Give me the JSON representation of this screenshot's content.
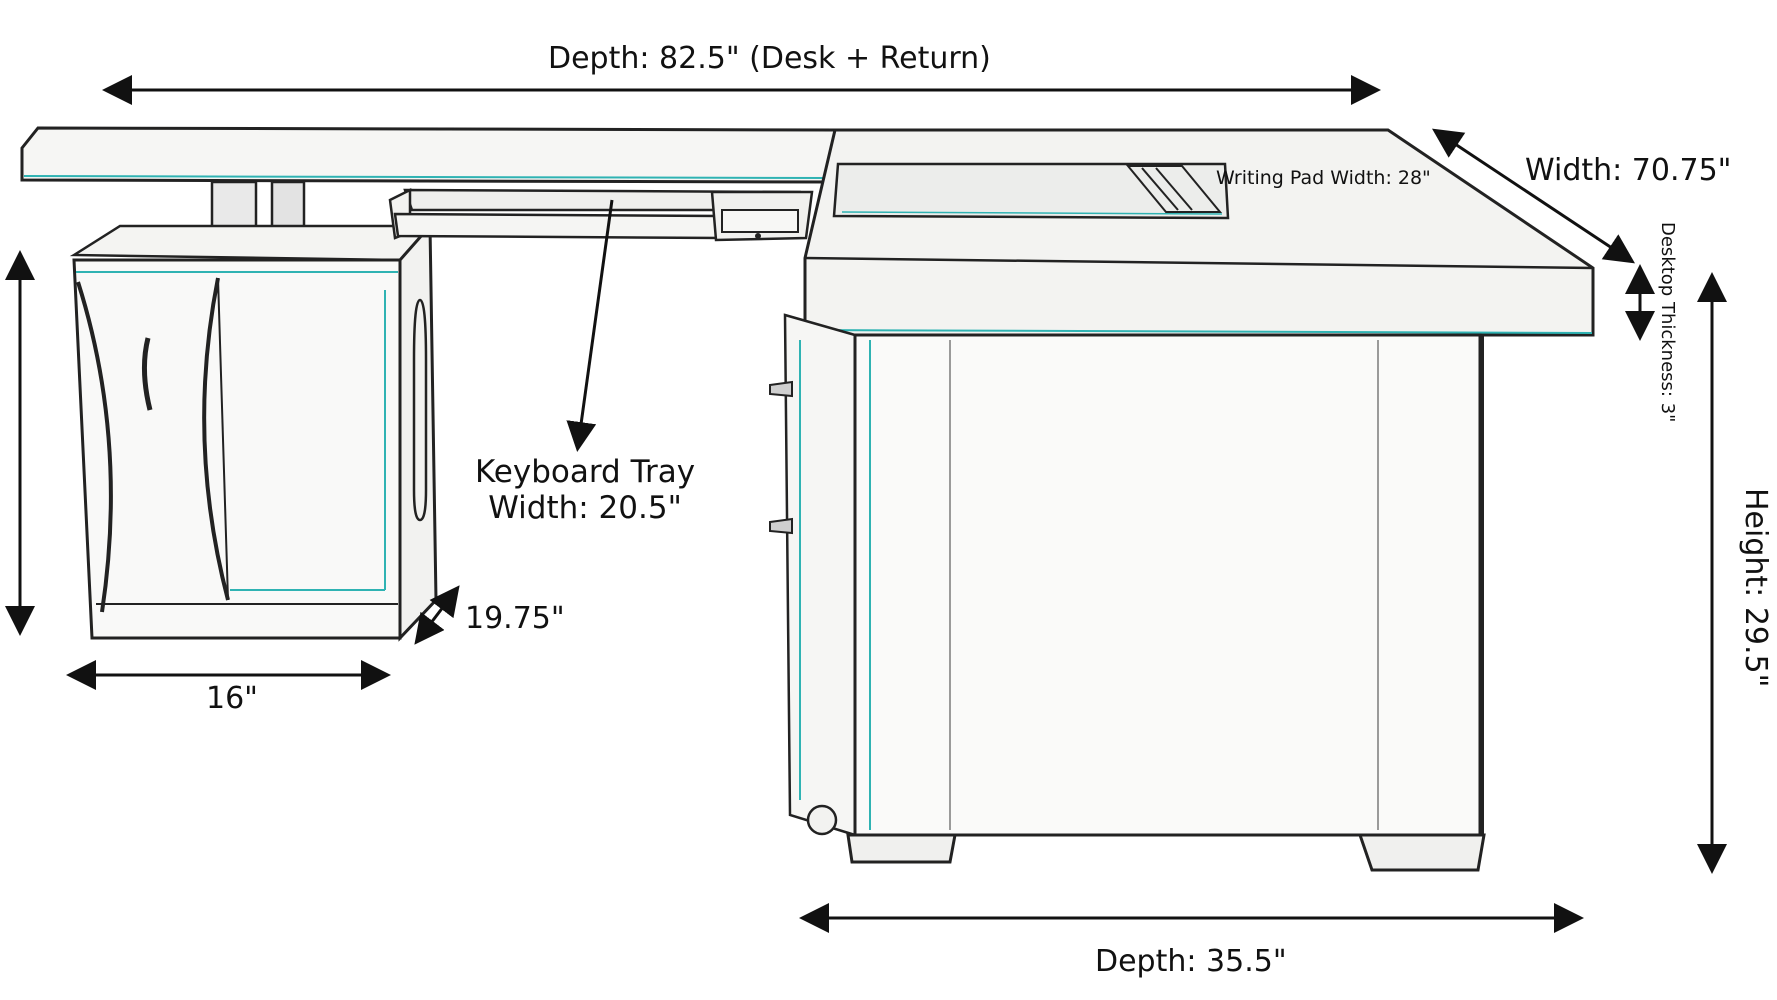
{
  "diagram": {
    "labels": {
      "total_depth": "Depth: 82.5\" (Desk + Return)",
      "width": "Width: 70.75\"",
      "writing_pad": "Writing Pad Width: 28\"",
      "desktop_thickness": "Desktop Thickness: 3\"",
      "keyboard_tray_line1": "Keyboard Tray",
      "keyboard_tray_line2": "Width: 20.5\"",
      "cabinet_depth": "19.75\"",
      "cabinet_width": "16\"",
      "height": "Height: 29.5\"",
      "desk_depth": "Depth: 35.5\""
    },
    "colors": {
      "outline": "#2a2a2a",
      "accent": "#2fb3b3",
      "fill": "#f7f7f5"
    }
  }
}
